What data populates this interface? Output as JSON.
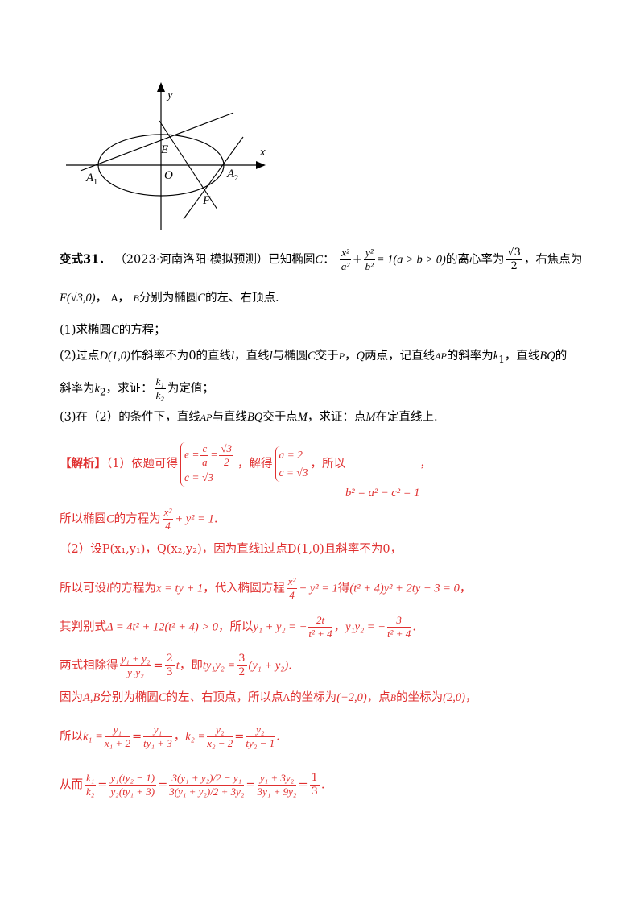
{
  "figure": {
    "axis_x_label": "x",
    "axis_y_label": "y",
    "point_labels": {
      "E": "E",
      "O": "O",
      "F": "F",
      "A1": "A",
      "A1_sub": "1",
      "A2": "A",
      "A2_sub": "2"
    }
  },
  "problem": {
    "heading": "变式31．",
    "source": "（2023·河南洛阳·模拟预测）已知椭圆",
    "C": "C",
    "colon": "：",
    "eq_x_num": "x²",
    "eq_x_den": "a²",
    "eq_plus": "+",
    "eq_y_num": "y²",
    "eq_y_den": "b²",
    "eq_rest": "= 1(a > b > 0)",
    "ecc_text": "的离心率为",
    "ecc_num": "√3",
    "ecc_den": "2",
    "focus_text": "，右焦点为",
    "line2_F": "F(√3,0)",
    "line2_sep": "，",
    "line2_A": "A",
    "line2_comma": "，",
    "line2_B": "B",
    "line2_text": "分别为椭圆",
    "line2_C": "C",
    "line2_end": "的左、右顶点.",
    "q1": "(1)求椭圆",
    "q1_C": "C",
    "q1_end": "的方程；",
    "q2_a": "(2)过点",
    "q2_D": "D(1,0)",
    "q2_b": "作斜率不为",
    "q2_zero": "0",
    "q2_c": "的直线",
    "q2_l": "l",
    "q2_d": "，直线",
    "q2_l2": "l",
    "q2_e": "与椭圆",
    "q2_C": "C",
    "q2_f": "交于",
    "q2_P": "P",
    "q2_g": "，",
    "q2_Q": "Q",
    "q2_h": "两点，记直线",
    "q2_AP": "AP",
    "q2_i": "的斜率为",
    "q2_k1": "k",
    "q2_k1_sub": "1",
    "q2_j": "，直线",
    "q2_BQ": "BQ",
    "q2_k": "的",
    "q2_line2_a": "斜率为",
    "q2_k2": "k",
    "q2_k2_sub": "2",
    "q2_line2_b": "，求证：",
    "q2_frac_num": "k₁",
    "q2_frac_den": "k₂",
    "q2_line2_c": "为定值；",
    "q3_a": "(3)在（2）的条件下，直线",
    "q3_AP": "AP",
    "q3_b": "与直线",
    "q3_BQ": "BQ",
    "q3_c": "交于点",
    "q3_M": "M",
    "q3_d": "，求证：点",
    "q3_M2": "M",
    "q3_e": "在定直线上."
  },
  "solution": {
    "tag": "【解析】",
    "s1_a": "（1）依题可得",
    "sys1_r1_lhs": "e =",
    "sys1_r1_num": "c",
    "sys1_r1_den": "a",
    "sys1_r1_eq": "=",
    "sys1_r1_num2": "√3",
    "sys1_r1_den2": "2",
    "sys1_r2": "c = √3",
    "s1_b": "，解得",
    "sys2_r1": "a = 2",
    "sys2_r2": "c = √3",
    "s1_c": "，所以",
    "s1_d": "b² = a² − c² = 1",
    "s1_e": "，",
    "s2_a": "所以椭圆",
    "s2_C": "C",
    "s2_b": "的方程为",
    "s2_num": "x²",
    "s2_den": "4",
    "s2_c": "+ y² = 1",
    "s2_d": ".",
    "s3": "（2）设P(x₁,y₁)，Q(x₂,y₂)，因为直线l过点D(1,0)且斜率不为0，",
    "s4_a": "所以可设",
    "s4_l": "l",
    "s4_b": "的方程为",
    "s4_eq": "x = ty + 1",
    "s4_c": "，代入椭圆方程",
    "s4_num": "x²",
    "s4_den": "4",
    "s4_d": "+ y² = 1",
    "s4_e": "得",
    "s4_f": "(t² + 4)y² + 2ty − 3 = 0",
    "s4_g": "，",
    "s5_a": "其判别式",
    "s5_b": "Δ = 4t² + 12(t² + 4) > 0",
    "s5_c": "，所以",
    "s5_d": "y₁ + y₂ = −",
    "s5_num1": "2t",
    "s5_den1": "t² + 4",
    "s5_e": "，",
    "s5_f": "y₁y₂ = −",
    "s5_num2": "3",
    "s5_den2": "t² + 4",
    "s5_g": ".",
    "s6_a": "两式相除得",
    "s6_num1": "y₁ + y₂",
    "s6_den1": "y₁y₂",
    "s6_eq": "=",
    "s6_num2": "2",
    "s6_den2": "3",
    "s6_t": "t",
    "s6_b": "，即",
    "s6_c": "ty₁y₂ =",
    "s6_num3": "3",
    "s6_den3": "2",
    "s6_d": "(y₁ + y₂)",
    "s6_e": ".",
    "s7_a": "因为",
    "s7_AB": "A,B",
    "s7_b": "分别为椭圆",
    "s7_C": "C",
    "s7_c": "的左、右顶点，所以点",
    "s7_A": "A",
    "s7_d": "的坐标为",
    "s7_Ac": "(−2,0)",
    "s7_e": "，点",
    "s7_B": "B",
    "s7_f": "的坐标为",
    "s7_Bc": "(2,0)",
    "s7_g": "，",
    "s8_a": "所以",
    "s8_k1": "k₁ =",
    "s8_n1": "y₁",
    "s8_d1": "x₁ + 2",
    "s8_eq1": "=",
    "s8_n2": "y₁",
    "s8_d2": "ty₁ + 3",
    "s8_b": "，",
    "s8_k2": "k₂ =",
    "s8_n3": "y₂",
    "s8_d3": "x₂ − 2",
    "s8_eq2": "=",
    "s8_n4": "y₂",
    "s8_d4": "ty₂ − 1",
    "s8_c": ".",
    "s9_a": "从而",
    "s9_n1": "k₁",
    "s9_d1": "k₂",
    "s9_eq1": "=",
    "s9_n2": "y₁(ty₂ − 1)",
    "s9_d2": "y₂(ty₁ + 3)",
    "s9_eq2": "=",
    "s9_n3": "3(y₁ + y₂)/2 − y₁",
    "s9_d3": "3(y₁ + y₂)/2 + 3y₂",
    "s9_eq3": "=",
    "s9_n4": "y₁ + 3y₂",
    "s9_d4": "3y₁ + 9y₂",
    "s9_eq4": "=",
    "s9_n5": "1",
    "s9_d5": "3",
    "s9_b": "."
  }
}
